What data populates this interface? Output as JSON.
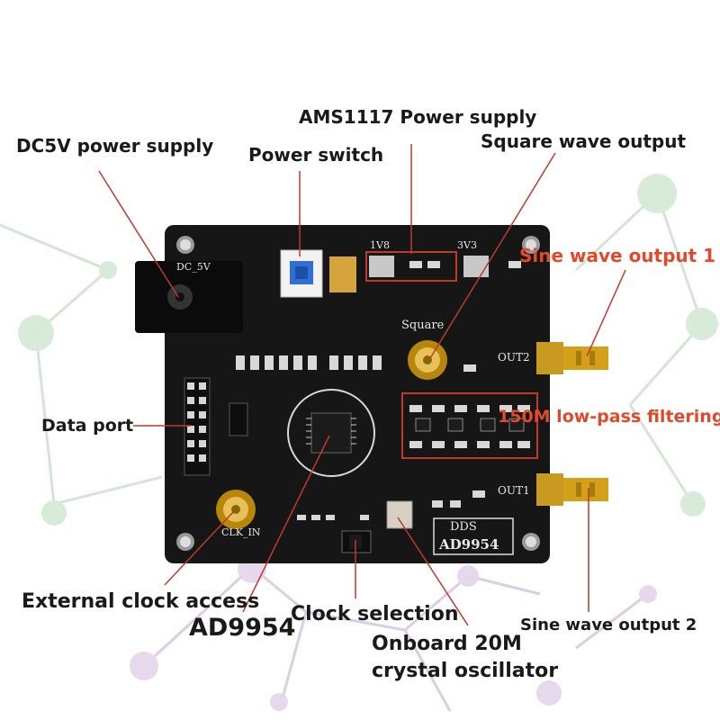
{
  "labels": {
    "dc5v": "DC5V power supply",
    "power_switch": "Power switch",
    "ams1117": "AMS1117 Power supply",
    "square_out": "Square wave output",
    "sine_out1": "Sine wave output 1",
    "lowpass": "150M low-pass filtering",
    "data_port": "Data port",
    "ext_clock": "External clock access",
    "ad9954": "AD9954",
    "clock_sel": "Clock selection",
    "crystal_line1": "Onboard 20M",
    "crystal_line2": "crystal oscillator",
    "sine_out2": "Sine wave output 2"
  },
  "silkscreen": {
    "dc": "DC_5V",
    "v18": "1V8",
    "v33": "3V3",
    "square": "Square",
    "out2": "OUT2",
    "out1": "OUT1",
    "clk_in": "CLK_IN",
    "dds": "DDS",
    "chip": "AD9954"
  },
  "colors": {
    "label_text": "#1a1a1a",
    "label_red": "#e04a2a",
    "callout_line": "#c0392b",
    "pcb": "#161616",
    "gold": "#d4a017"
  }
}
